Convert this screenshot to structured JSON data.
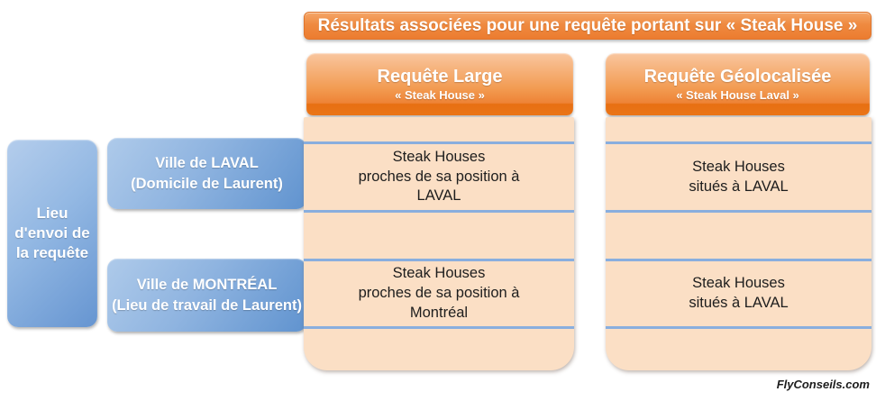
{
  "banner": {
    "text": "Résultats associées pour une requête portant sur «  Steak House »"
  },
  "left_panel": {
    "label": "Lieu\nd'envoi de\nla requête"
  },
  "rows": [
    {
      "label": "Ville de LAVAL\n(Domicile de Laurent)"
    },
    {
      "label": "Ville de MONTRÉAL\n(Lieu de travail de Laurent)"
    }
  ],
  "columns": [
    {
      "title": "Requête Large",
      "subtitle": "« Steak House »",
      "cells": [
        "Steak Houses\nproches de sa position à\nLAVAL",
        "Steak Houses\nproches de sa position à\nMontréal"
      ]
    },
    {
      "title": "Requête Géolocalisée",
      "subtitle": "« Steak House  Laval »",
      "cells": [
        "Steak Houses\nsitués à LAVAL",
        "Steak Houses\nsitués à LAVAL"
      ]
    }
  ],
  "footer": {
    "credit": "FlyConseils.com"
  },
  "colors": {
    "orange_accent": "#ED7D31",
    "peach_fill": "#FBDFC5",
    "blue_line": "#89AEDE",
    "blue_box": "#6E9BD4"
  }
}
